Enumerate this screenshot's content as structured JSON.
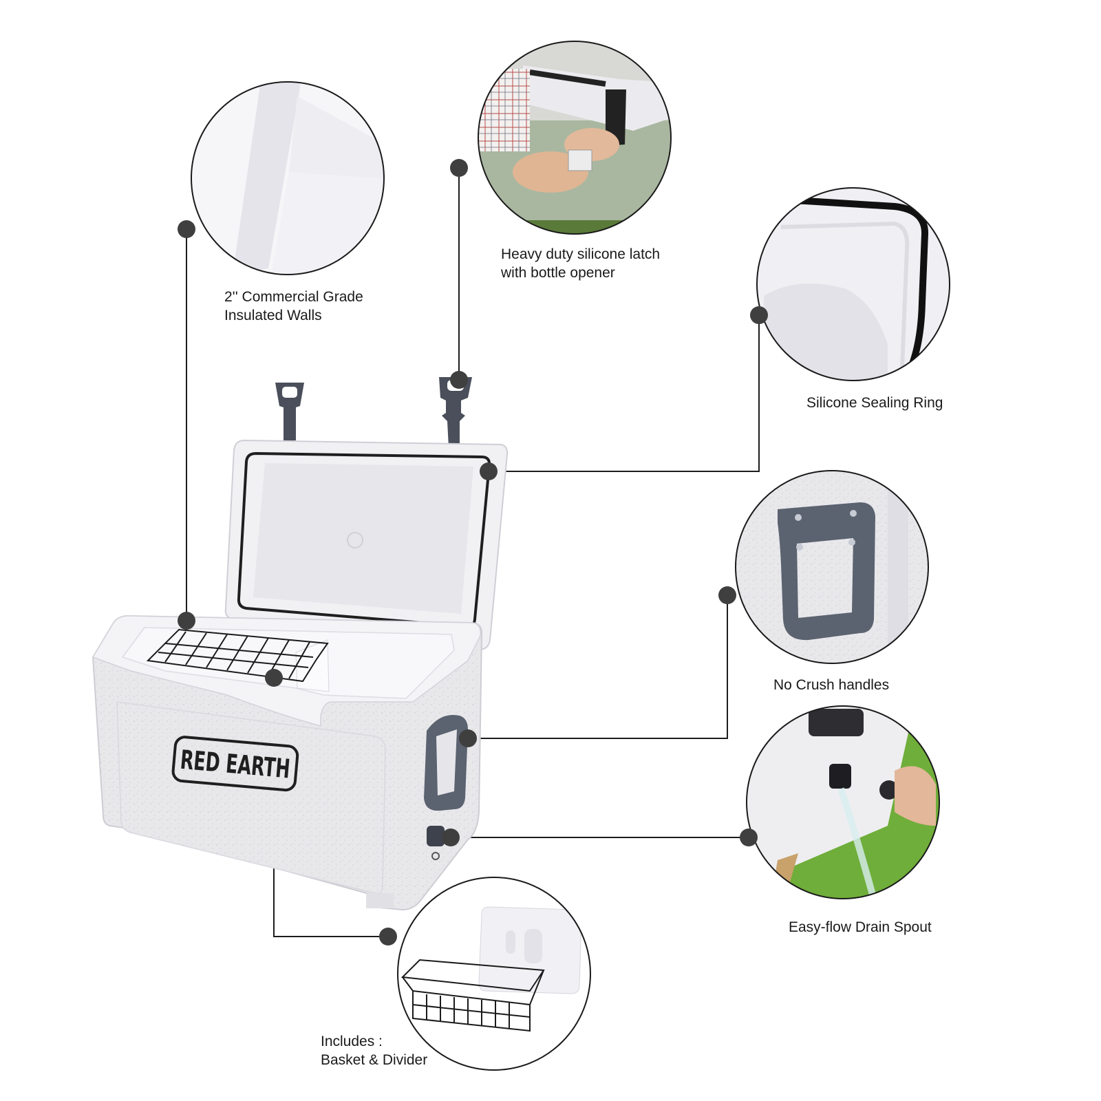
{
  "product": {
    "brand": "RED EARTH",
    "item": "hard cooler with lid open"
  },
  "callouts": [
    {
      "id": "insulated-walls",
      "text": "2'' Commercial Grade\nInsulated Walls"
    },
    {
      "id": "latch",
      "text": "Heavy duty silicone latch\nwith bottle opener"
    },
    {
      "id": "sealing-ring",
      "text": "Silicone Sealing Ring"
    },
    {
      "id": "handles",
      "text": "No Crush handles"
    },
    {
      "id": "drain-spout",
      "text": "Easy-flow Drain Spout"
    },
    {
      "id": "basket-divider",
      "text": "Includes :\nBasket & Divider"
    }
  ],
  "colors": {
    "cooler_body": "#e9e9ec",
    "handle_gray": "#5b6270",
    "dot": "#3f3f3f",
    "line": "#1c1c1c",
    "grass": "#6fae3a"
  }
}
